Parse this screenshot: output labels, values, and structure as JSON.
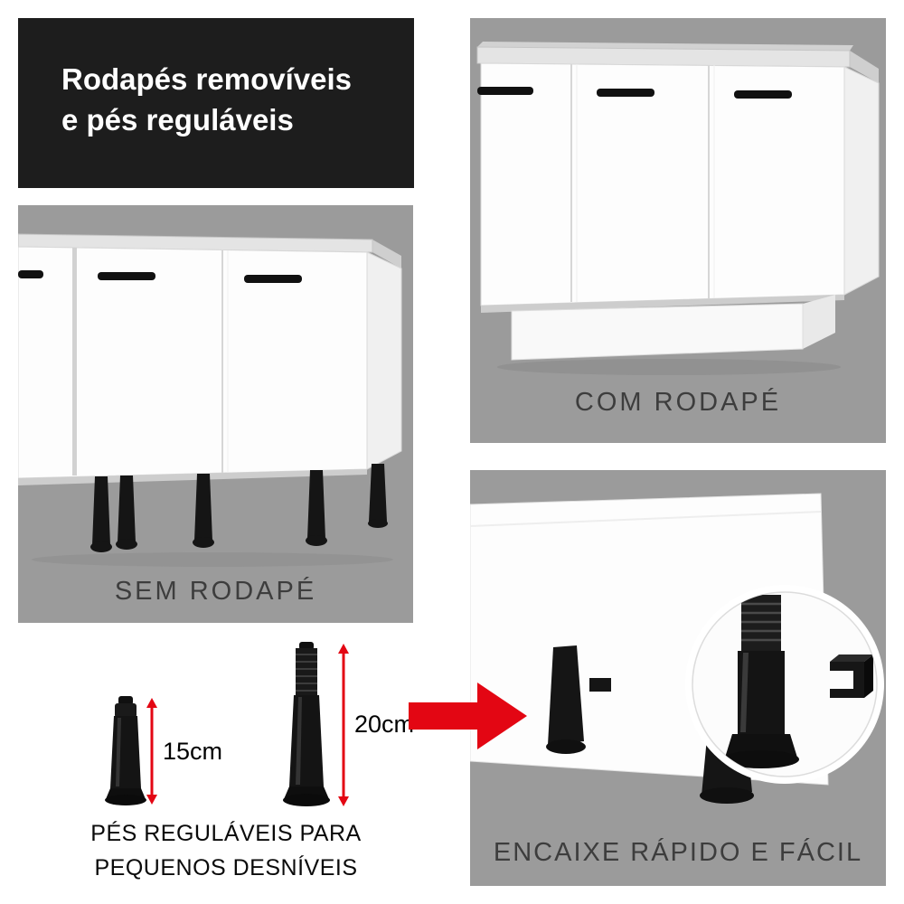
{
  "header": {
    "line1": "Rodapés removíveis",
    "line2": "e pés reguláveis"
  },
  "panels": {
    "com_rodape": {
      "caption": "COM RODAPÉ"
    },
    "sem_rodape": {
      "caption": "SEM RODAPÉ"
    },
    "encaixe": {
      "caption": "ENCAIXE RÁPIDO E FÁCIL"
    }
  },
  "feet": {
    "small": {
      "label": "15cm"
    },
    "large": {
      "label": "20cm"
    },
    "caption_line1": "PÉS REGULÁVEIS PARA",
    "caption_line2": "PEQUENOS DESNÍVEIS"
  },
  "colors": {
    "panel_gray": "#9b9b9b",
    "header_bg": "#1d1d1d",
    "accent_red": "#e30613",
    "caption_text": "#3d3d3d"
  }
}
